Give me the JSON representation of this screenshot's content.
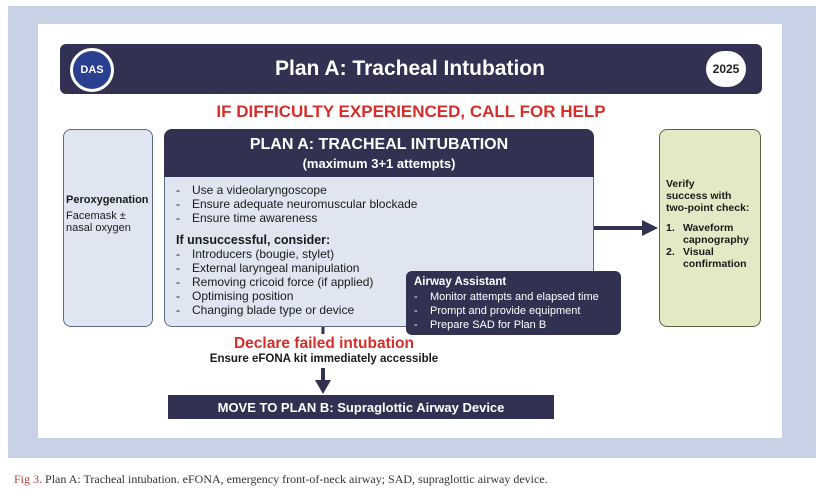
{
  "header": {
    "title": "Plan A: Tracheal Intubation",
    "year": "2025",
    "logo_text": "DAS"
  },
  "alert": "IF DIFFICULTY EXPERIENCED, CALL FOR HELP",
  "left_panel": {
    "title": "Peroxygenation",
    "line1": "Facemask ±",
    "line2": "nasal oxygen"
  },
  "main_panel": {
    "title": "PLAN A: TRACHEAL INTUBATION",
    "subtitle": "(maximum 3+1 attempts)",
    "items": [
      "Use a videolaryngoscope",
      "Ensure adequate neuromuscular blockade",
      "Ensure time awareness"
    ],
    "consider_heading": "If unsuccessful, consider:",
    "consider_items": [
      "Introducers (bougie, stylet)",
      "External laryngeal manipulation",
      "Removing cricoid force (if applied)",
      "Optimising position",
      "Changing blade type or device"
    ]
  },
  "assistant": {
    "title": "Airway Assistant",
    "items": [
      "Monitor attempts and elapsed time",
      "Prompt and provide equipment",
      "Prepare SAD for Plan B"
    ]
  },
  "right_panel": {
    "line1": "Verify",
    "line2": "success with",
    "line3": "two-point check:",
    "item1_num": "1.",
    "item1_a": "Waveform",
    "item1_b": "capnography",
    "item2_num": "2.",
    "item2_a": "Visual",
    "item2_b": "confirmation"
  },
  "declare": "Declare failed intubation",
  "efona": "Ensure eFONA kit immediately accessible",
  "plan_b": "MOVE TO PLAN B: Supraglottic Airway Device",
  "caption": {
    "fig": "Fig 3.",
    "text": " Plan A: Tracheal intubation. eFONA, emergency front-of-neck airway; SAD, supraglottic airway device."
  },
  "colors": {
    "navy": "#333152",
    "alert_red": "#d62e2a",
    "panel_blue": "#dfe6f1",
    "panel_green": "#e5e8c4",
    "frame": "#c8d2e6"
  }
}
